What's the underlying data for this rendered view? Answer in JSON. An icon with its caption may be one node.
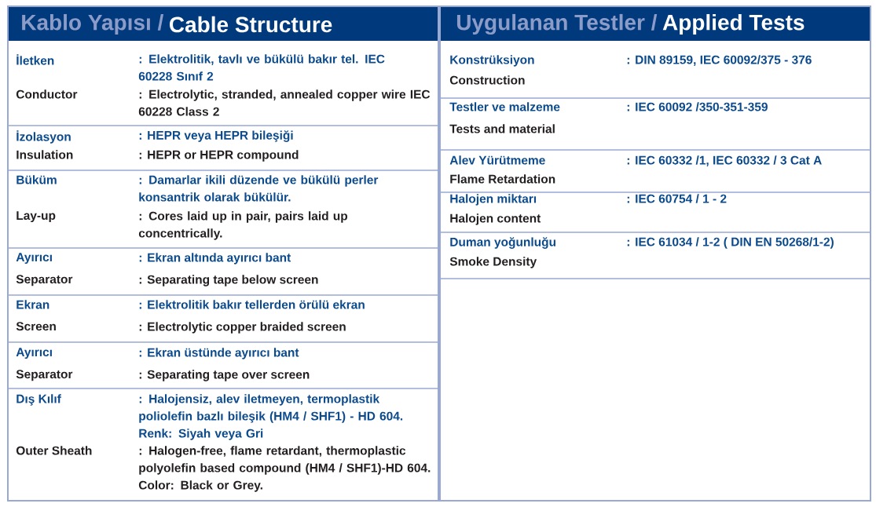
{
  "diagram": {
    "labels": [
      "Kablo Yapısı /",
      "Cable Structure",
      "Uygulanan Testler /",
      "Applied Tests",
      "İletken",
      ": Elektrolitik, tavlı ve bükülü bakır tel. IEC 60228 Sınıf 2",
      "Conductor",
      ": Electrolytic, stranded, annealed copper wire IEC 60228 Class 2",
      "İzolasyon",
      ": HEPR veya HEPR bileşiği",
      "Insulation",
      ": HEPR or HEPR compound",
      "Büküm",
      ": Damarlar ikili düzende ve bükülü perler konsantrik olarak bükülür.",
      "Lay-up",
      ": Cores laid up in pair, pairs laid up concentrically.",
      "Ayırıcı",
      ": Ekran altında ayırıcı bant",
      "Separator",
      ": Separating tape below screen",
      "Ekran",
      ": Elektrolitik bakır tellerden örülü ekran",
      "Screen",
      ": Electrolytic copper braided screen",
      "Ayırıcı",
      ": Ekran üstünde ayırıcı bant",
      "Separator",
      ": Separating tape over screen",
      "Dış Kılıf",
      ": Halojensiz, alev iletmeyen, termoplastik poliolefin bazlı bileşik (HM4 / SHF1) - HD 604. Renk: Siyah veya Gri",
      "Outer Sheath",
      ": Halogen-free, flame retardant, thermoplastic polyolefin based compound (HM4 / SHF1)-HD 604. Color: Black or Grey.",
      "Konstrüksiyon",
      ": DIN 89159, IEC 60092/375 - 376",
      "Construction",
      "Testler ve malzeme",
      ": IEC 60092 /350-351-359",
      "Tests and material",
      "Alev Yürütmeme",
      ": IEC 60332 /1, IEC 60332 / 3 Cat A",
      "Flame Retardation",
      "Halojen miktarı",
      ": IEC 60754 / 1 - 2",
      "Halojen content",
      "Duman yoğunluğu",
      ": IEC 61034 / 1-2 ( DIN EN 50268/1-2)",
      "Smoke Density"
    ]
  }
}
